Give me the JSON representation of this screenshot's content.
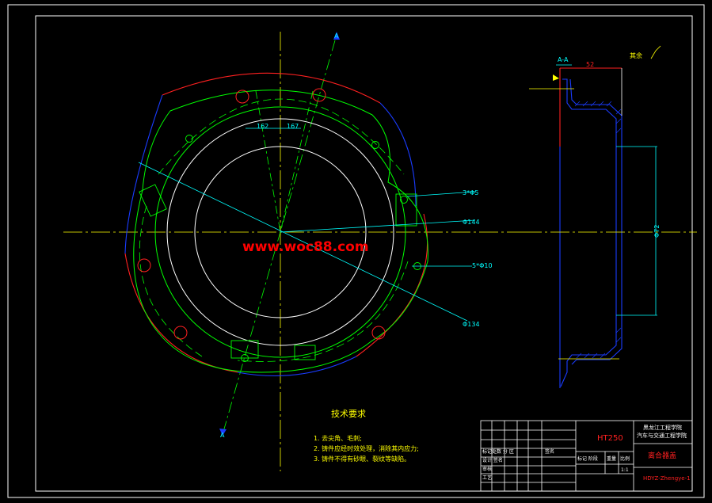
{
  "dims": {
    "d1": "162",
    "d2": "167",
    "d3": "3*Φ5",
    "d4": "Φ144",
    "d5": "5*Φ10",
    "d6": "Φ134",
    "d7": "52",
    "d8": "Φ72"
  },
  "section": {
    "mark_top": "A",
    "mark_bottom": "A",
    "label": "A-A",
    "roughness": "其余"
  },
  "watermark": "www.woc88.com",
  "tech": {
    "heading": "技术要求",
    "items": [
      "1. 去尖角、毛刺;",
      "2. 铸件应经时效处理，消除其内应力;",
      "3. 铸件不得有砂眼、裂纹等缺陷。"
    ]
  },
  "titleblock": {
    "school": "黑龙江工程学院",
    "dept": "汽车与交通工程学院",
    "material": "HT250",
    "part": "离合器盖",
    "sign_label": "签名",
    "rows": [
      "标记处数 分 区",
      "设计 签名",
      "审核",
      "工艺"
    ],
    "stage_label": "标记 阶段",
    "weight_label": "重量",
    "scale_label": "比例",
    "scale": "1:1",
    "drawing_no": "HDYZ-Zhengye-1"
  },
  "colors": {
    "frame": "#ffffff",
    "green": "#00ff00",
    "red": "#ff2020",
    "blue": "#1a3cff",
    "cyan": "#00ffff",
    "yellow": "#ffff00",
    "white": "#ffffff"
  }
}
